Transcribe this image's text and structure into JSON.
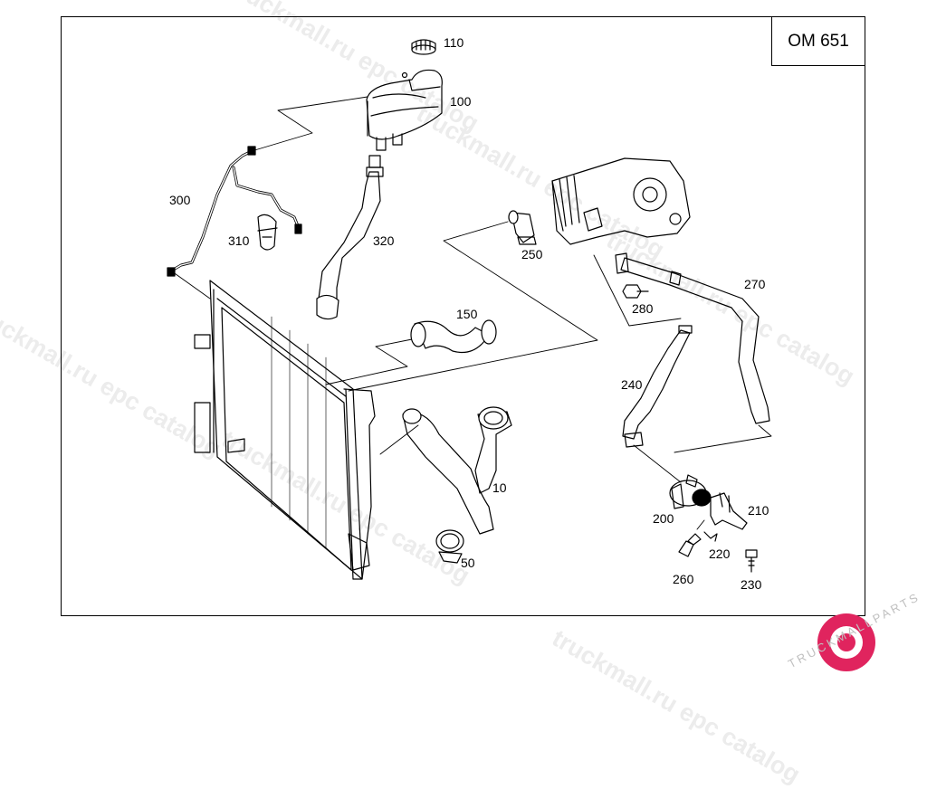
{
  "engine_code": "OM 651",
  "watermarks": [
    "truckmall.ru epc catalog",
    "truckmall.ru epc catalog",
    "truckmall.ru epc catalog",
    "truckmall.ru epc catalog",
    "truckmall.ru epc catalog",
    "truckmall.ru epc catalog"
  ],
  "logo": {
    "text": "TRUCKMALLPARTS",
    "accent": "#e0245e"
  },
  "callouts": {
    "c110": "110",
    "c100": "100",
    "c300": "300",
    "c310": "310",
    "c320": "320",
    "c250": "250",
    "c280": "280",
    "c270": "270",
    "c150": "150",
    "c240": "240",
    "c10": "10",
    "c50": "50",
    "c200": "200",
    "c210": "210",
    "c220": "220",
    "c260": "260",
    "c230": "230"
  },
  "colors": {
    "line": "#000000",
    "watermark": "#ececec",
    "logo_accent": "#e0245e"
  }
}
